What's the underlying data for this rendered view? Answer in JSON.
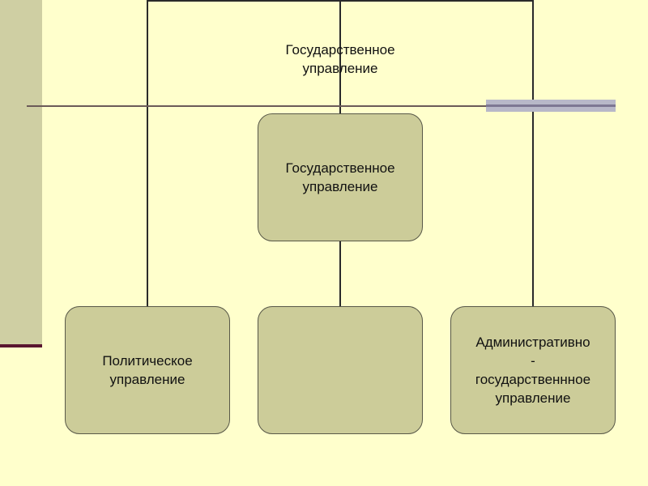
{
  "diagram": {
    "top_title": "Государственное\nуправление",
    "center_box": "Государственное\nуправление",
    "left_box": "Политическое\nуправление",
    "middle_box": "",
    "right_box": "Административно\n-\nгосударственнное\nуправление"
  },
  "colors": {
    "background": "#ffffcc",
    "box_fill": "#cccc99",
    "box_border": "#585848",
    "connector": "#2a2a2a",
    "side_bar": "#cfcfa3",
    "side_bar_accent": "#5a1630",
    "rule": "#6b5a58",
    "rule_accent": "#b8b8c8"
  }
}
